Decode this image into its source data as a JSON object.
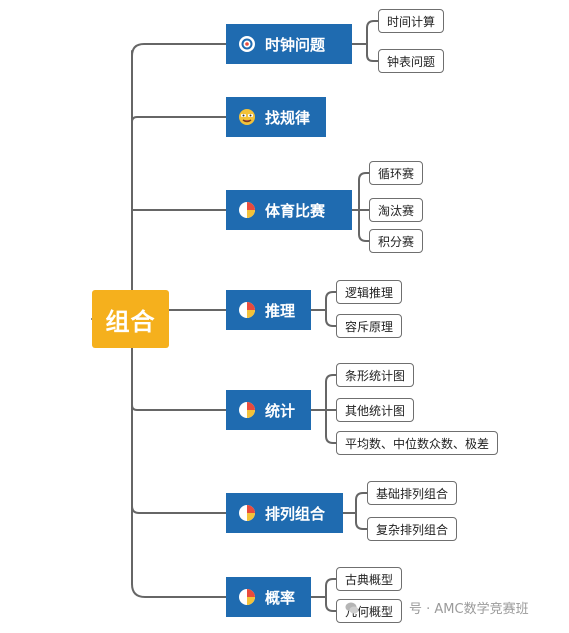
{
  "root": {
    "label": "组合"
  },
  "branches": [
    {
      "label": "时钟问题",
      "icon": "target-icon",
      "leaves": [
        "时间计算",
        "钟表问题"
      ]
    },
    {
      "label": "找规律",
      "icon": "face-icon",
      "leaves": []
    },
    {
      "label": "体育比赛",
      "icon": "pie-chart-icon",
      "leaves": [
        "循环赛",
        "淘汰赛",
        "积分赛"
      ]
    },
    {
      "label": "推理",
      "icon": "pie-chart-icon",
      "leaves": [
        "逻辑推理",
        "容斥原理"
      ]
    },
    {
      "label": "统计",
      "icon": "pie-chart-icon",
      "leaves": [
        "条形统计图",
        "其他统计图",
        "平均数、中位数众数、极差"
      ]
    },
    {
      "label": "排列组合",
      "icon": "pie-chart-icon",
      "leaves": [
        "基础排列组合",
        "复杂排列组合"
      ]
    },
    {
      "label": "概率",
      "icon": "pie-chart-icon",
      "leaves": [
        "古典概型",
        "几何概型"
      ]
    }
  ],
  "watermark": {
    "text": "号 · AMC数学竞赛班",
    "icon": "wechat-icon"
  },
  "colors": {
    "root": "#f5b01d",
    "branch": "#1f6bb0",
    "line": "#666666",
    "leaf_border": "#6f6f6f"
  }
}
